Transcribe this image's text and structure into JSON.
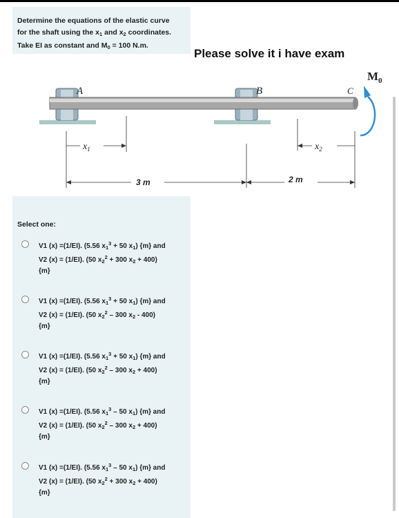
{
  "question": {
    "line1": "Determine the equations of the elastic curve",
    "line2_pre": "for the shaft using the x",
    "line2_sub1": "1",
    "line2_mid": " and x",
    "line2_sub2": "2",
    "line2_post": " coordinates.",
    "line3_pre": "Take EI as constant and M",
    "line3_sub": "0",
    "line3_post": " = 100 N.m."
  },
  "student_note": "Please solve it i have exam",
  "figure": {
    "label_A": "A",
    "label_B": "B",
    "label_C": "C",
    "moment_main": "M",
    "moment_sub": "0",
    "x1_main": "x",
    "x1_sub": "1",
    "x2_main": "x",
    "x2_sub": "2",
    "dim_left": "3 m",
    "dim_right": "2 m"
  },
  "select_label": "Select one:",
  "options": [
    {
      "l1a": "V1 (x) =(1/EI). (5.56 x",
      "l1sub": "1",
      "l1sup": "3",
      "l1b": " + 50 x",
      "l1sub2": "1",
      "l1c": ") {m} and",
      "l2a": "V2 (x) = (1/EI). (50 x",
      "l2sub": "2",
      "l2sup": "2",
      "l2b": " + 300 x",
      "l2sub2": "2",
      "l2c": " + 400)",
      "l3": "{m}"
    },
    {
      "l1a": "V1 (x) =(1/EI). (5.56 x",
      "l1sub": "1",
      "l1sup": "3",
      "l1b": " + 50 x",
      "l1sub2": "1",
      "l1c": ") {m} and",
      "l2a": "V2 (x) = (1/EI). (50 x",
      "l2sub": "2",
      "l2sup": "2",
      "l2b": " – 300 x",
      "l2sub2": "2",
      "l2c": " - 400)",
      "l3": "{m}"
    },
    {
      "l1a": "V1 (x) =(1/EI). (5.56 x",
      "l1sub": "1",
      "l1sup": "3",
      "l1b": " + 50 x",
      "l1sub2": "1",
      "l1c": ") {m} and",
      "l2a": "V2 (x) = (1/EI). (50 x",
      "l2sub": "2",
      "l2sup": "2",
      "l2b": " – 300 x",
      "l2sub2": "2",
      "l2c": " + 400)",
      "l3": "{m}"
    },
    {
      "l1a": "V1 (x) =(1/EI). (5.56 x",
      "l1sub": "1",
      "l1sup": "3",
      "l1b": " – 50 x",
      "l1sub2": "1",
      "l1c": ") {m} and",
      "l2a": "V2 (x) = (1/EI). (50 x",
      "l2sub": "2",
      "l2sup": "2",
      "l2b": " – 300 x",
      "l2sub2": "2",
      "l2c": " + 400)",
      "l3": "{m}"
    },
    {
      "l1a": "V1 (x) =(1/EI). (5.56 x",
      "l1sub": "1",
      "l1sup": "3",
      "l1b": " – 50 x",
      "l1sub2": "1",
      "l1c": ") {m} and",
      "l2a": "V2 (x) = (1/EI). (50 x",
      "l2sub": "2",
      "l2sup": "2",
      "l2b": " + 300 x",
      "l2sub2": "2",
      "l2c": " + 400)",
      "l3": "{m}"
    }
  ],
  "colors": {
    "panel_bg": "#e9f3f5",
    "moment_arrow": "#2a8fd6"
  }
}
